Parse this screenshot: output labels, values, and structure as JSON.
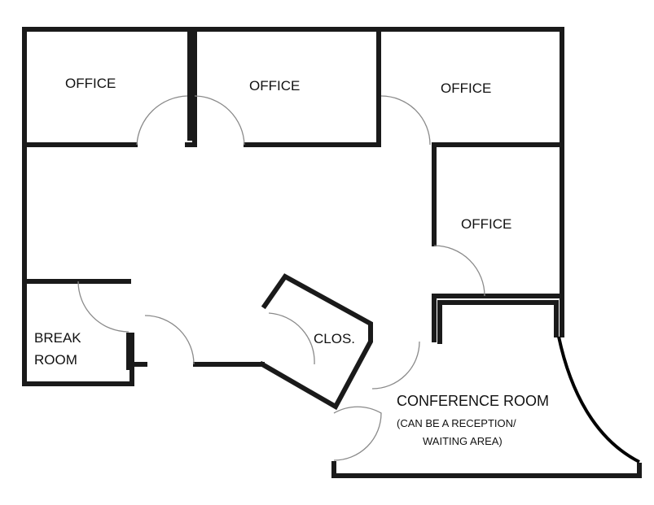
{
  "rooms": {
    "office_1": "OFFICE",
    "office_2": "OFFICE",
    "office_3": "OFFICE",
    "office_4": "OFFICE",
    "break_line_1": "BREAK",
    "break_line_2": "ROOM",
    "closet": "CLOS.",
    "conference": "CONFERENCE ROOM",
    "conference_note_1": "(CAN BE A RECEPTION/",
    "conference_note_2": "WAITING AREA)"
  }
}
